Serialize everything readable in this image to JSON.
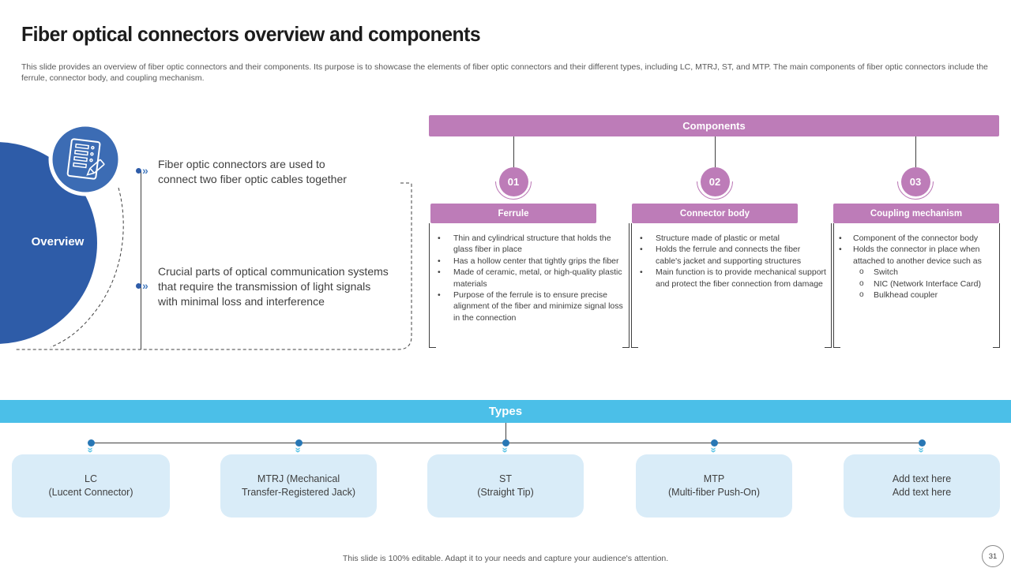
{
  "slide": {
    "title": "Fiber optical connectors overview and components",
    "subtitle": "This slide provides an overview of fiber optic connectors and their components. Its purpose is to showcase the elements of fiber optic connectors and their different types, including LC, MTRJ, ST, and MTP. The main components of fiber optic connectors include the ferrule, connector body, and coupling mechanism.",
    "footer": "This slide is 100% editable. Adapt it to your needs and capture your audience's attention.",
    "page_number": "31"
  },
  "overview": {
    "label": "Overview",
    "icon": "document-edit-icon",
    "points": [
      "Fiber optic connectors are used to connect two fiber optic cables together",
      "Crucial parts of optical communication systems that require the transmission of light signals with minimal loss and interference"
    ]
  },
  "components": {
    "header": "Components",
    "items": [
      {
        "number": "01",
        "title": "Ferrule",
        "bullets": [
          {
            "text": "Thin and cylindrical structure that holds the glass fiber in place"
          },
          {
            "text": "Has a hollow center that tightly grips the fiber"
          },
          {
            "text": "Made of ceramic, metal, or high-quality plastic materials"
          },
          {
            "text": "Purpose of the ferrule is to ensure precise alignment of the fiber and minimize signal loss in the connection"
          }
        ]
      },
      {
        "number": "02",
        "title": "Connector body",
        "bullets": [
          {
            "text": "Structure made of plastic or metal"
          },
          {
            "text": "Holds the ferrule and connects the fiber cable's jacket and supporting structures"
          },
          {
            "text": "Main function is to provide mechanical support and protect the fiber connection from damage"
          }
        ]
      },
      {
        "number": "03",
        "title": "Coupling mechanism",
        "bullets": [
          {
            "text": "Component of the connector body"
          },
          {
            "text": "Holds the connector in place when attached to another device such as",
            "subs": [
              "Switch",
              "NIC (Network Interface Card)",
              "Bulkhead coupler"
            ]
          }
        ]
      }
    ]
  },
  "types": {
    "header": "Types",
    "items": [
      {
        "line1": "LC",
        "line2": "(Lucent Connector)"
      },
      {
        "line1": "MTRJ (Mechanical",
        "line2": "Transfer-Registered Jack)"
      },
      {
        "line1": "ST",
        "line2": "(Straight Tip)"
      },
      {
        "line1": "MTP",
        "line2": "(Multi-fiber Push-On)"
      },
      {
        "line1": "Add text here",
        "line2": "Add text here"
      }
    ]
  },
  "colors": {
    "purple": "#bd7cb8",
    "sky_blue": "#4bbfe8",
    "light_blue_box": "#d9ecf8",
    "overview_circle_blue": "#2e5ca8",
    "icon_circle_blue": "#3c6cb4",
    "node_dot_blue": "#2877b5",
    "line_gray": "#404040"
  }
}
